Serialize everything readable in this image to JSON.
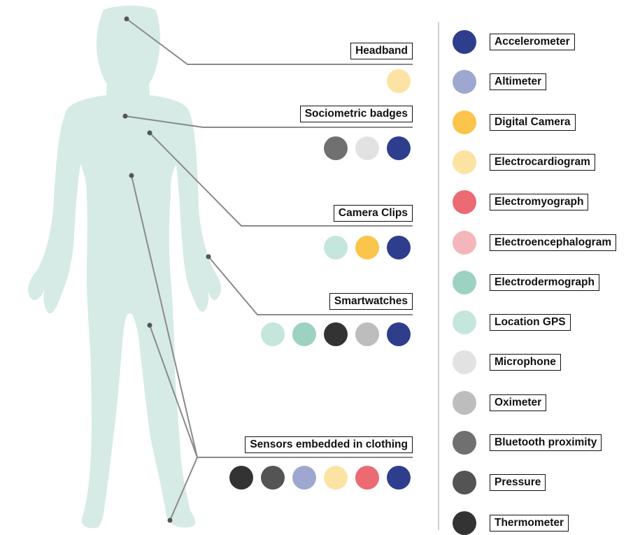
{
  "colors": {
    "accelerometer": "#2e3d8c",
    "altimeter": "#9ea7cf",
    "digital_camera": "#fbc44b",
    "electrocardiogram": "#fde3a3",
    "electromyograph": "#ec6a72",
    "electroencephalogram": "#f4b6bb",
    "electrodermograph": "#9dd2c3",
    "location_gps": "#c5e6dd",
    "microphone": "#e2e2e2",
    "oximeter": "#bdbdbd",
    "bluetooth_proximity": "#707070",
    "pressure": "#545454",
    "thermometer": "#333333",
    "body": "#d6ebe5",
    "leader_line": "#8a8a8a",
    "underline": "#9a9a9a"
  },
  "devices": [
    {
      "name": "Headband",
      "sensors": [
        "electrocardiogram"
      ]
    },
    {
      "name": "Sociometric badges",
      "sensors": [
        "bluetooth_proximity",
        "microphone",
        "accelerometer"
      ]
    },
    {
      "name": "Camera Clips",
      "sensors": [
        "location_gps",
        "digital_camera",
        "accelerometer"
      ]
    },
    {
      "name": "Smartwatches",
      "sensors": [
        "location_gps",
        "electrodermograph",
        "thermometer",
        "oximeter",
        "accelerometer"
      ]
    },
    {
      "name": "Sensors embedded in clothing",
      "sensors": [
        "thermometer",
        "pressure",
        "altimeter",
        "electrocardiogram",
        "electromyograph",
        "accelerometer"
      ]
    }
  ],
  "legend": [
    {
      "key": "accelerometer",
      "label": "Accelerometer"
    },
    {
      "key": "altimeter",
      "label": "Altimeter"
    },
    {
      "key": "digital_camera",
      "label": "Digital Camera"
    },
    {
      "key": "electrocardiogram",
      "label": "Electrocardiogram"
    },
    {
      "key": "electromyograph",
      "label": "Electromyograph"
    },
    {
      "key": "electroencephalogram",
      "label": "Electroencephalogram"
    },
    {
      "key": "electrodermograph",
      "label": "Electrodermograph"
    },
    {
      "key": "location_gps",
      "label": "Location GPS"
    },
    {
      "key": "microphone",
      "label": "Microphone"
    },
    {
      "key": "oximeter",
      "label": "Oximeter"
    },
    {
      "key": "bluetooth_proximity",
      "label": "Bluetooth proximity"
    },
    {
      "key": "pressure",
      "label": "Pressure"
    },
    {
      "key": "thermometer",
      "label": "Thermometer"
    }
  ]
}
